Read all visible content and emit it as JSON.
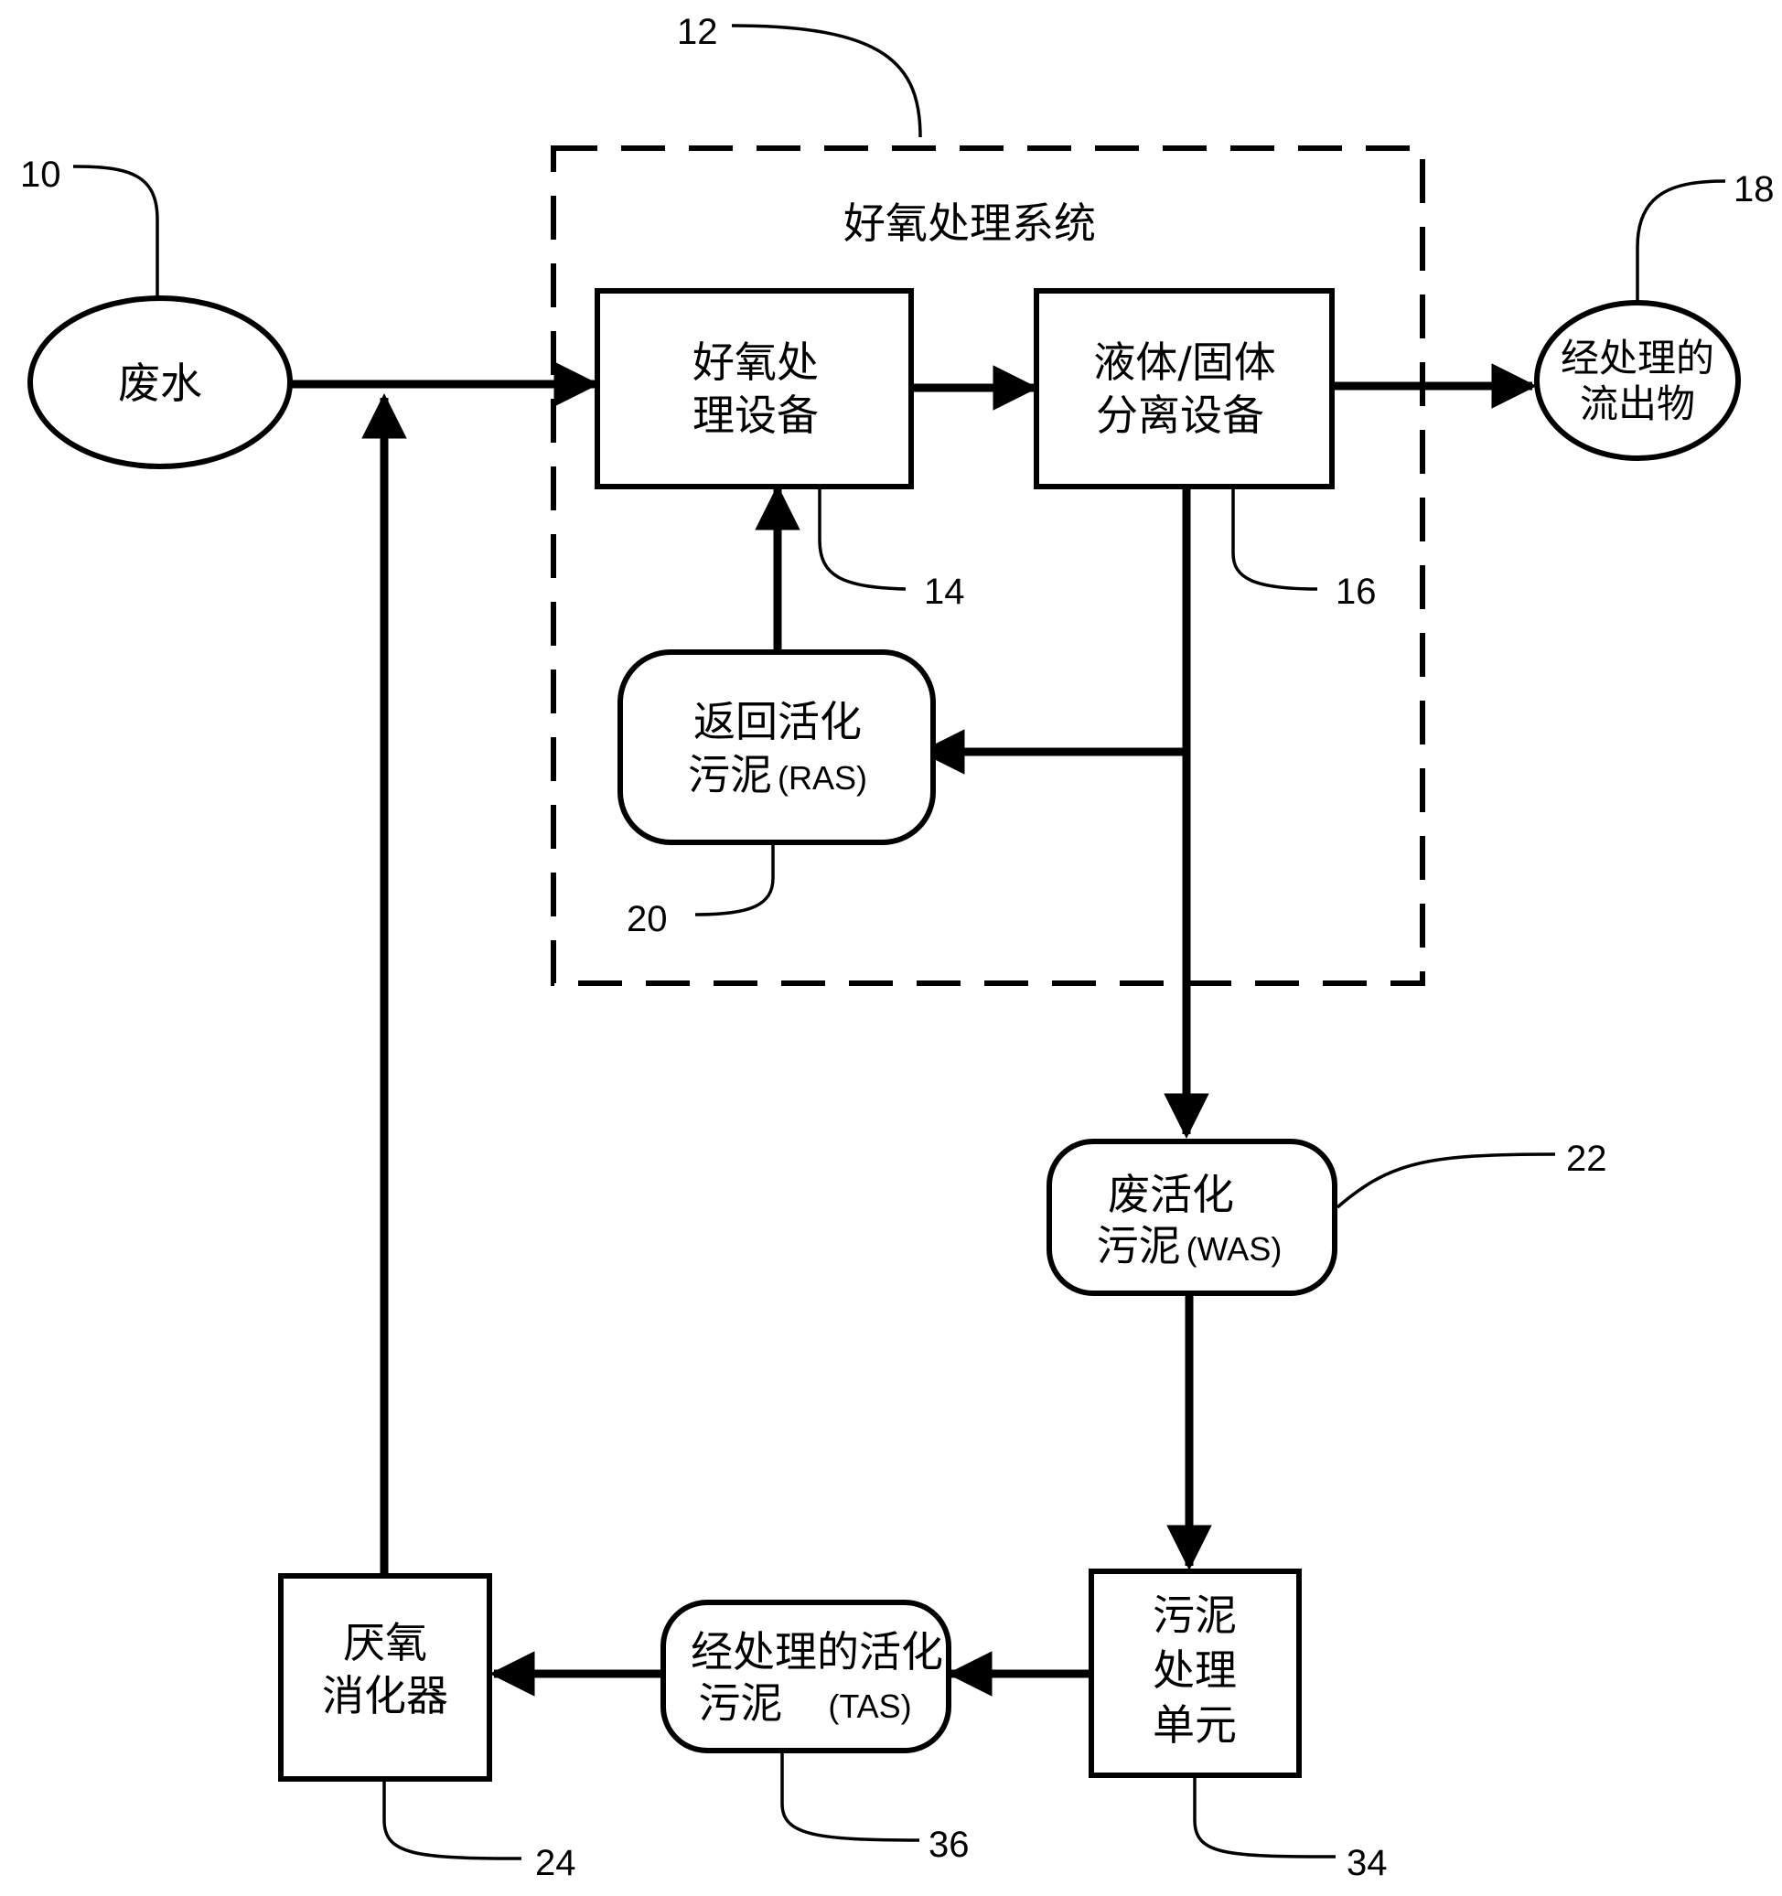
{
  "system": {
    "title": "好氧处理系统",
    "ref": "12"
  },
  "nodes": {
    "wastewater": {
      "label": "废水",
      "ref": "10"
    },
    "aerobic_equipment": {
      "line1": "好氧处",
      "line2": "理设备",
      "ref": "14"
    },
    "separation": {
      "line1": "液体/固体",
      "line2": "分离设备",
      "ref": "16"
    },
    "effluent": {
      "line1": "经处理的",
      "line2": "流出物",
      "ref": "18"
    },
    "ras": {
      "line1": "返回活化",
      "line2_cn": "污泥",
      "line2_en": "(RAS)",
      "ref": "20"
    },
    "was": {
      "line1": "废活化",
      "line2_cn": "污泥",
      "line2_en": "(WAS)",
      "ref": "22"
    },
    "treatment_unit": {
      "line1": "污泥",
      "line2": "处理",
      "line3": "单元",
      "ref": "34"
    },
    "tas": {
      "line1": "经处理的活化",
      "line2_cn": "污泥",
      "line2_en": "(TAS)",
      "ref": "36"
    },
    "digester": {
      "line1": "厌氧",
      "line2": "消化器",
      "ref": "24"
    }
  }
}
